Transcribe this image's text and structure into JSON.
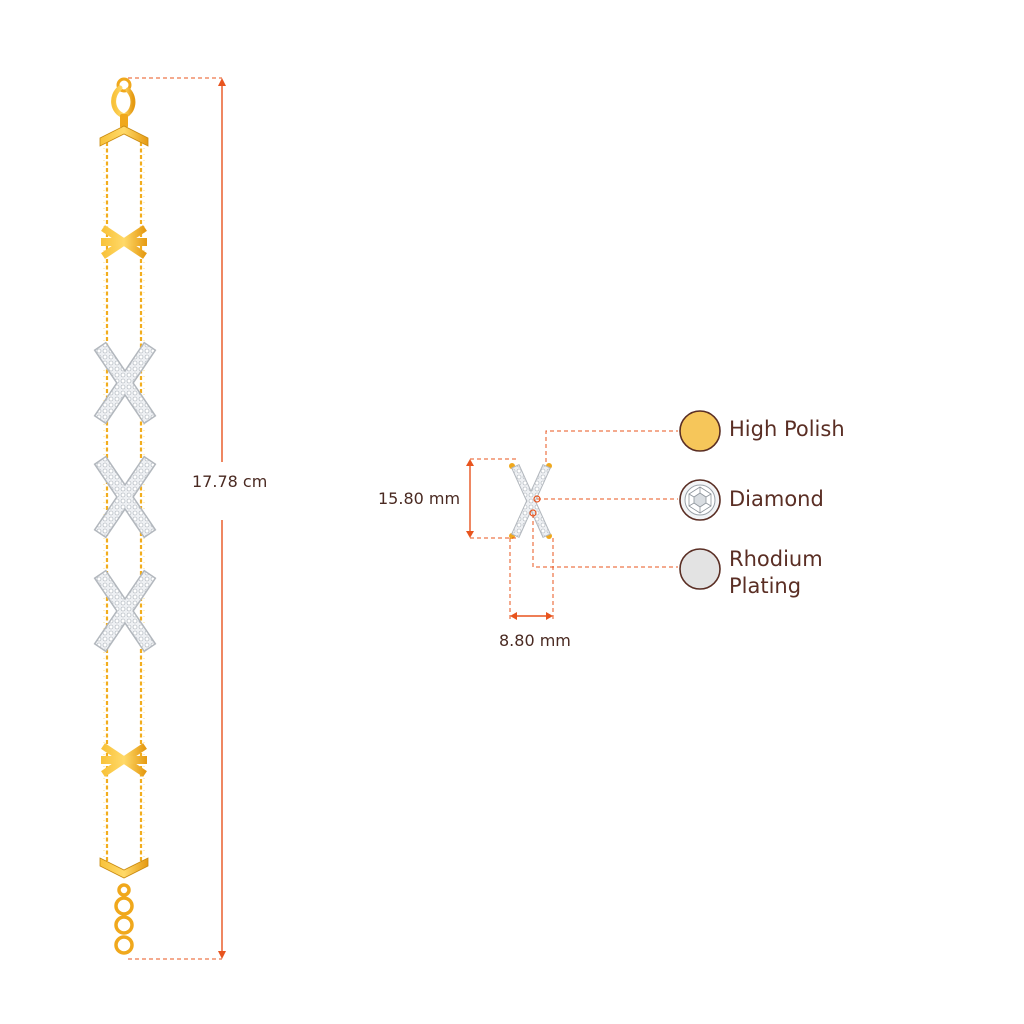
{
  "dimensions": {
    "bracelet_length": "17.78 cm",
    "motif_height": "15.80 mm",
    "motif_width": "8.80 mm"
  },
  "legend": {
    "items": [
      {
        "label": "High Polish",
        "icon": "high-polish-swatch-icon",
        "color": "#f6c65a"
      },
      {
        "label": "Diamond",
        "icon": "diamond-swatch-icon",
        "color": "#e8ebef"
      },
      {
        "label": "Rhodium\nPlating",
        "icon": "rhodium-swatch-icon",
        "color": "#e3e3e3"
      }
    ]
  },
  "colors": {
    "gold": "#f4b223",
    "gold_dark": "#d68f12",
    "measure_line": "#e8541e",
    "swatch_border": "#5a2e24",
    "text": "#4a2a22"
  }
}
